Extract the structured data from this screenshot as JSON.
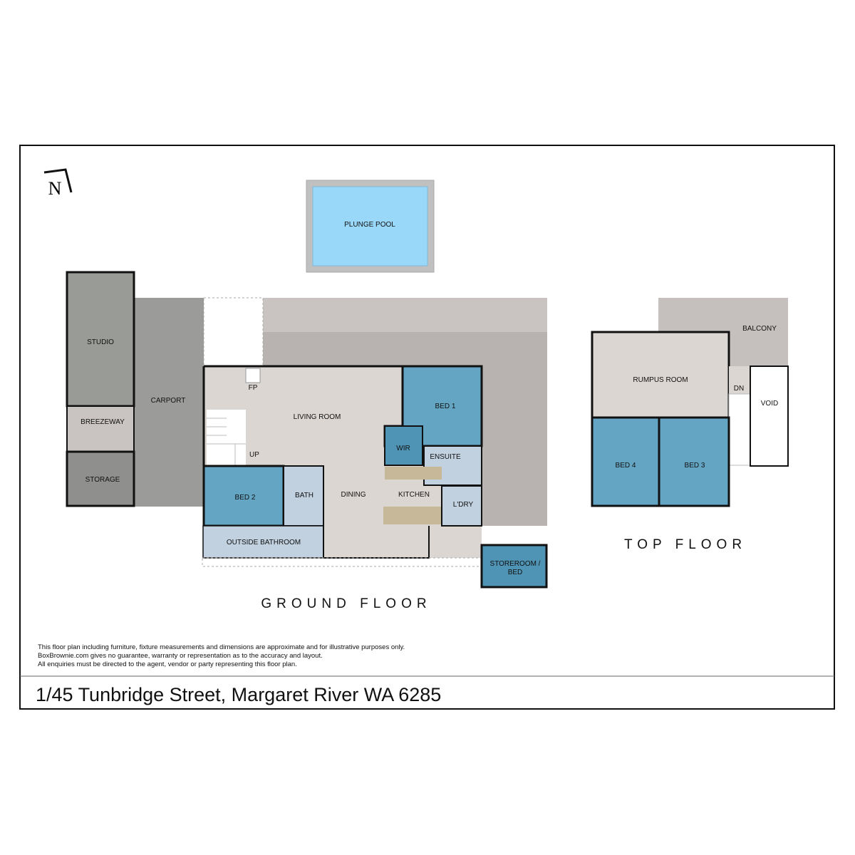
{
  "compass": {
    "letter": "N"
  },
  "rooms": {
    "plunge_pool": "PLUNGE POOL",
    "studio": "STUDIO",
    "carport": "CARPORT",
    "breezeway": "BREEZEWAY",
    "storage": "STORAGE",
    "fp": "FP",
    "living_room": "LIVING ROOM",
    "up": "UP",
    "bed1": "BED 1",
    "wir": "WIR",
    "ensuite": "ENSUITE",
    "bed2": "BED 2",
    "bath": "BATH",
    "dining": "DINING",
    "kitchen": "KITCHEN",
    "laundry": "L'DRY",
    "outside_bathroom": "OUTSIDE BATHROOM",
    "storeroom_line1": "STOREROOM /",
    "storeroom_line2": "BED",
    "balcony": "BALCONY",
    "rumpus_room": "RUMPUS ROOM",
    "dn": "DN",
    "void": "VOID",
    "bed4": "BED 4",
    "bed3": "BED 3"
  },
  "floors": {
    "ground": "GROUND FLOOR",
    "top": "TOP FLOOR"
  },
  "disclaimer": [
    "This floor plan including furniture, fixture measurements and dimensions are approximate and for illustrative purposes only.",
    "BoxBrownie.com gives no guarantee, warranty or representation as to the accuracy and layout.",
    "All enquiries must be directed to the agent, vendor or party representing this floor plan."
  ],
  "address": "1/45 Tunbridge Street, Margaret River WA 6285",
  "colors": {
    "bedroom": "#63a5c3",
    "wet": "#c1d1e0",
    "living": "#dcd6d3",
    "deck": "#c5c0bd",
    "carport": "#9b9b99",
    "pool": "#9ad8fa"
  }
}
